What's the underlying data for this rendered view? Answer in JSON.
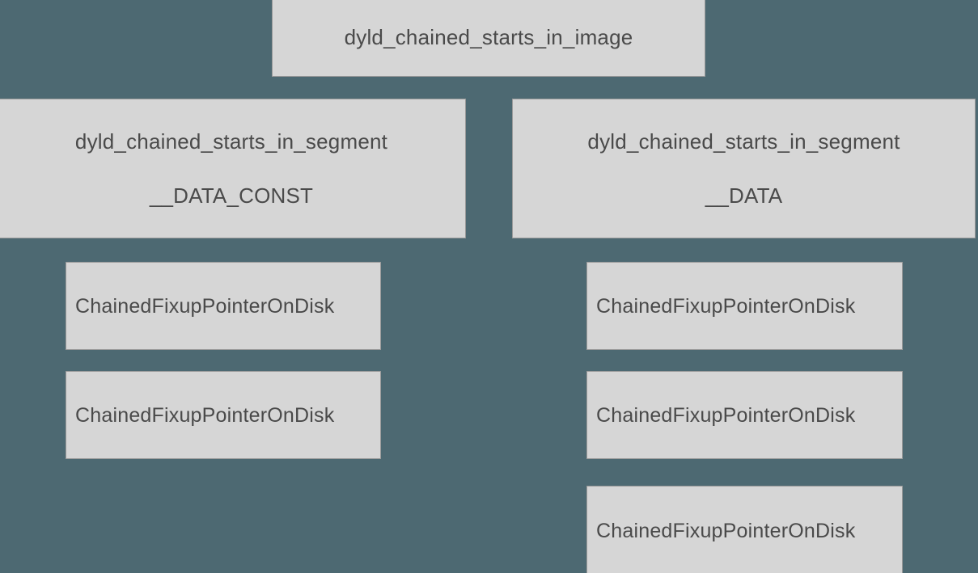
{
  "diagram": {
    "type": "hierarchy-diagram",
    "background_color": "#4d6972",
    "node_fill_color": "#d6d6d6",
    "node_border_color": "#9a9a9a",
    "node_text_color": "#4a4a4a",
    "root": {
      "label": "dyld_chained_starts_in_image"
    },
    "segments": [
      {
        "struct_label": "dyld_chained_starts_in_segment",
        "segment_name": "__DATA_CONST",
        "pointers": [
          {
            "label": "ChainedFixupPointerOnDisk"
          },
          {
            "label": "ChainedFixupPointerOnDisk"
          }
        ]
      },
      {
        "struct_label": "dyld_chained_starts_in_segment",
        "segment_name": "__DATA",
        "pointers": [
          {
            "label": "ChainedFixupPointerOnDisk"
          },
          {
            "label": "ChainedFixupPointerOnDisk"
          },
          {
            "label": "ChainedFixupPointerOnDisk"
          }
        ]
      }
    ]
  }
}
